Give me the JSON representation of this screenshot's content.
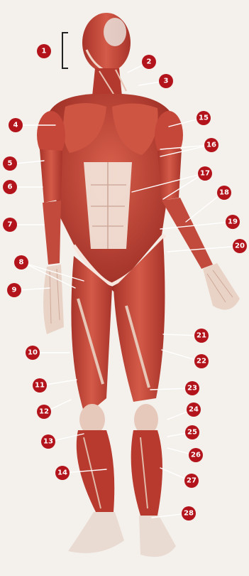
{
  "diagram": {
    "labels": [
      "1",
      "2",
      "3",
      "4",
      "15",
      "16",
      "5",
      "17",
      "6",
      "18",
      "7",
      "19",
      "20",
      "8",
      "9",
      "21",
      "10",
      "22",
      "11",
      "23",
      "12",
      "24",
      "25",
      "13",
      "26",
      "27",
      "14",
      "28"
    ]
  },
  "colors": {
    "background": "#f4f1ec",
    "muscle": "#c9473a",
    "muscle_dark": "#8f2a22",
    "tendon": "#f2dccf",
    "marker": "#b3141c",
    "marker_text": "#ffffff"
  }
}
